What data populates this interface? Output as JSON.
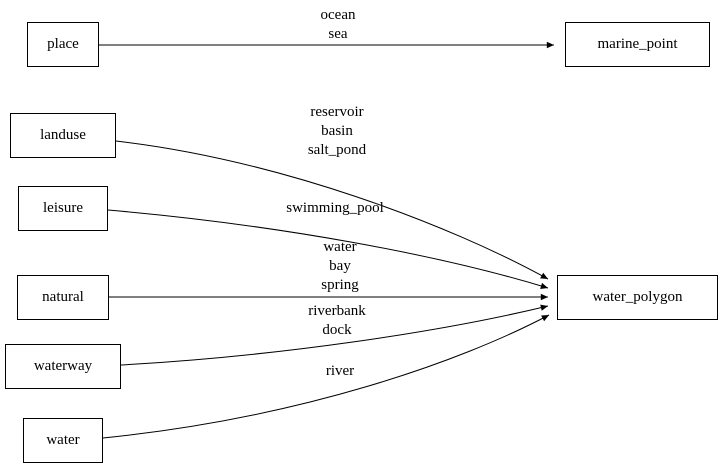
{
  "diagram": {
    "nodes": [
      {
        "id": "place",
        "label": "place"
      },
      {
        "id": "marine_point",
        "label": "marine_point"
      },
      {
        "id": "landuse",
        "label": "landuse"
      },
      {
        "id": "leisure",
        "label": "leisure"
      },
      {
        "id": "natural",
        "label": "natural"
      },
      {
        "id": "waterway",
        "label": "waterway"
      },
      {
        "id": "water",
        "label": "water"
      },
      {
        "id": "water_polygon",
        "label": "water_polygon"
      }
    ],
    "edges": [
      {
        "from": "place",
        "to": "marine_point",
        "label": "ocean\nsea"
      },
      {
        "from": "landuse",
        "to": "water_polygon",
        "label": "reservoir\nbasin\nsalt_pond"
      },
      {
        "from": "leisure",
        "to": "water_polygon",
        "label": "swimming_pool"
      },
      {
        "from": "natural",
        "to": "water_polygon",
        "label": "water\nbay\nspring"
      },
      {
        "from": "waterway",
        "to": "water_polygon",
        "label": "riverbank\ndock"
      },
      {
        "from": "water",
        "to": "water_polygon",
        "label": "river"
      }
    ],
    "edge_color": "#000000",
    "node_border_color": "#000000",
    "background_color": "#ffffff"
  }
}
